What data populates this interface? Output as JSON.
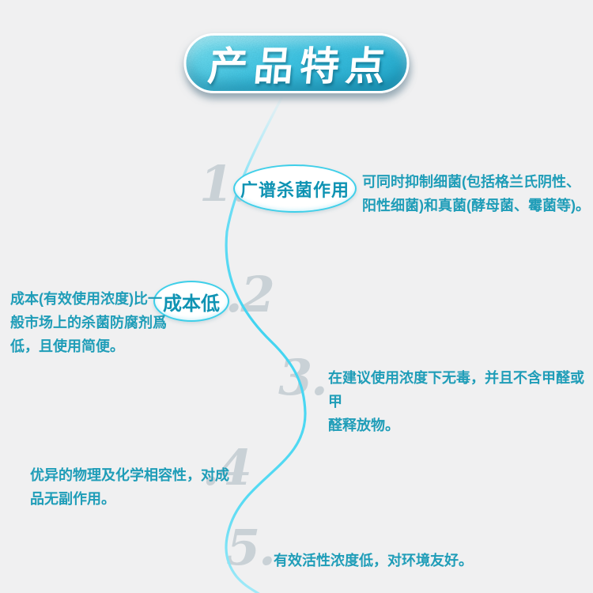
{
  "banner": {
    "title": "产品特点"
  },
  "features": [
    {
      "number": "1.",
      "badge": "广谱杀菌作用",
      "text": "可同时抑制细菌(包括格兰氏阴性、\n阳性细菌)和真菌(酵母菌、霉菌等)。"
    },
    {
      "number": ".2",
      "badge": "成本低",
      "text": "成本(有效使用浓度)比一\n般市场上的杀菌防腐剂爲\n低，且使用简便。"
    },
    {
      "number": "3.",
      "text": "在建议使用浓度下无毒，并且不含甲醛或甲\n醛释放物。"
    },
    {
      "number": ".4",
      "text": "优异的物理及化学相容性，对成\n品无副作用。"
    },
    {
      "number": "5.",
      "text": "有效活性浓度低，对环境友好。"
    }
  ],
  "colors": {
    "bg": "#f0f0f1",
    "teal-text": "#1f9db8",
    "badge-text": "#0f93b3",
    "badge-border": "#3ecfe9",
    "number-gray": "#c9d1d6",
    "curve": "#41d4f1",
    "curve-light": "#b9ecf8",
    "banner-grad-1": "#87e7f5",
    "banner-grad-2": "#3fc6e6",
    "banner-grad-3": "#1da4ca"
  }
}
